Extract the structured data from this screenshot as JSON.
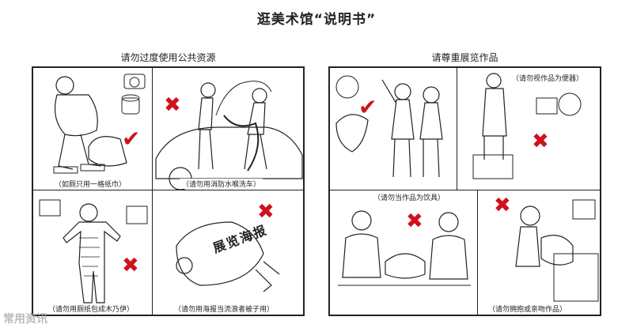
{
  "page_title": "逛美术馆“说明书”",
  "left_section": {
    "heading": "请勿过度使用公共资源",
    "panels": [
      {
        "caption": "（如厕只用一格纸巾）",
        "mark": "check"
      },
      {
        "caption": "（请勿用消防水喉洗车）",
        "mark": "cross"
      },
      {
        "caption": "（请勿用厕纸包成木乃伊）",
        "mark": "cross"
      },
      {
        "caption": "（请勿用海报当流浪者被子用）",
        "mark": "cross"
      }
    ]
  },
  "right_section": {
    "heading": "请尊重展览作品",
    "panels": [
      {
        "caption": "",
        "mark": "check"
      },
      {
        "caption": "（请勿视作品为便器）",
        "mark": "cross"
      },
      {
        "caption": "（请勿当作品为饮具）",
        "mark": "cross"
      },
      {
        "caption": "（请勿拥抱或亲吻作品）",
        "mark": "cross"
      }
    ]
  },
  "poster_text": "展览海报",
  "watermark": "常用资讯",
  "marks": {
    "check": "✔",
    "cross": "✖"
  },
  "colors": {
    "mark": "#d0121b",
    "line": "#222222"
  }
}
